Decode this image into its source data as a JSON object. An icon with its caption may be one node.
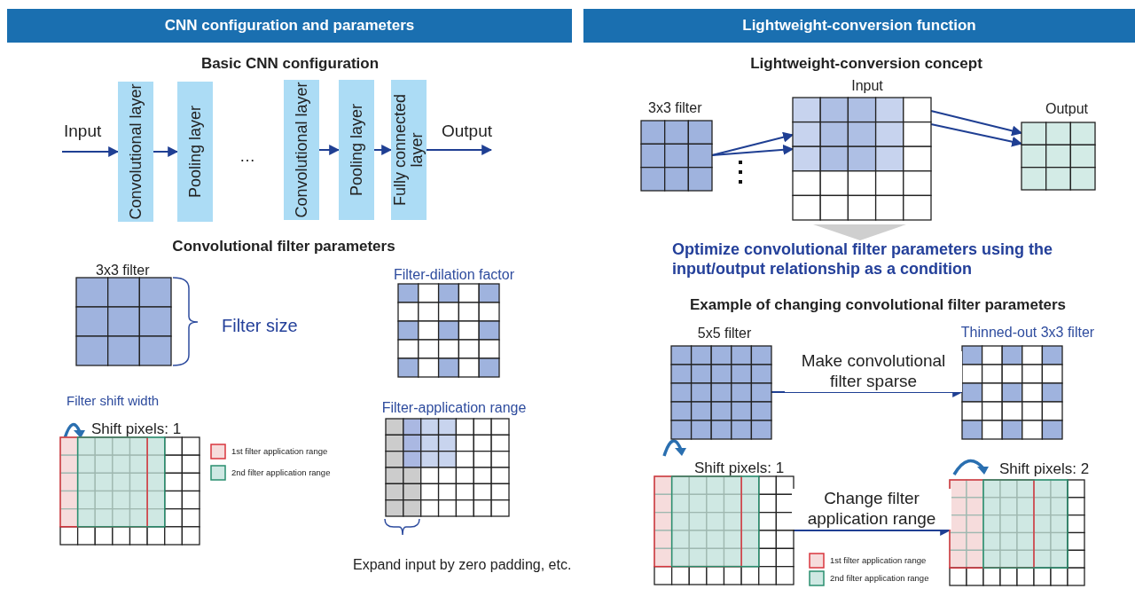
{
  "diagram": {
    "nodes": [
      {
        "text": [
          "CNN configuration and parameters"
        ]
      },
      {
        "text": [
          "Lightweight-conversion function"
        ]
      },
      {
        "text": [
          "Convolutional layer"
        ]
      },
      {
        "text": [
          "Pooling layer"
        ]
      },
      {
        "text": [
          "Convolutional layer"
        ]
      },
      {
        "text": [
          "Pooling layer"
        ]
      },
      {
        "text": [
          "Fully connected layer"
        ]
      },
      {
        "text": [
          "3x3 filter"
        ]
      },
      {
        "text": [
          "Filter-dilation factor"
        ]
      },
      {
        "text": [
          "Filter shift width",
          "Shift pixels: 1"
        ]
      },
      {
        "text": [
          "Filter-application range"
        ]
      },
      {
        "text": [
          "3x3 filter"
        ]
      },
      {
        "text": [
          "Input"
        ]
      },
      {
        "text": [
          "Output"
        ]
      },
      {
        "text": [
          "5x5 filter"
        ]
      },
      {
        "text": [
          "Thinned-out 3x3 filter"
        ]
      },
      {
        "text": [
          "Shift pixels: 1"
        ]
      },
      {
        "text": [
          "Shift pixels: 2"
        ]
      },
      {
        "text": [
          "Output"
        ]
      }
    ],
    "edges": [
      {
        "from": null,
        "to": 2,
        "arrow": "to"
      },
      {
        "from": 2,
        "to": 3,
        "arrow": "to"
      },
      {
        "from": 4,
        "to": 5,
        "arrow": "to"
      },
      {
        "from": 5,
        "to": 6,
        "arrow": "to"
      },
      {
        "from": 6,
        "to": 18,
        "arrow": "to"
      },
      {
        "from": 11,
        "to": 12,
        "arrow": "to"
      },
      {
        "from": 11,
        "to": 12,
        "arrow": "to"
      },
      {
        "from": 12,
        "to": 13,
        "arrow": "to"
      },
      {
        "from": 12,
        "to": 13,
        "arrow": "to"
      },
      {
        "from": 14,
        "to": 15,
        "arrow": "to",
        "label": "Make convolutional filter sparse"
      },
      {
        "from": 16,
        "to": 17,
        "arrow": "to",
        "label": "Change filter application range"
      }
    ],
    "labels": [
      "Input",
      "Basic CNN configuration",
      "…",
      "Convolutional filter parameters",
      "Filter size",
      "Expand input by zero padding, etc.",
      "Lightweight-conversion concept",
      "Optimize convolutional filter parameters using the input/output relationship as a condition",
      "Example of changing convolutional filter parameters"
    ],
    "legend": [
      {
        "text": "1st filter application range",
        "color": "#f6dcdc"
      },
      {
        "text": "2nd filter application range",
        "color": "#cfe8e3"
      },
      {
        "text": "1st filter application range",
        "color": "#f6dcdc"
      },
      {
        "text": "2nd filter application range",
        "color": "#cfe8e3"
      }
    ]
  }
}
